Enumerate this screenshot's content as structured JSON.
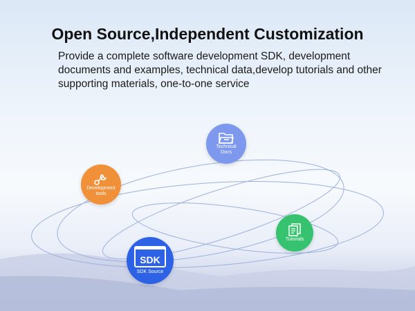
{
  "header": {
    "title": "Open Source,Independent Customization",
    "description": "Provide a complete software development SDK, development documents and examples, technical data,develop tutorials and other supporting materials, one-to-one service"
  },
  "nodes": {
    "docs": {
      "label_1": "Technical",
      "label_2": "Docs",
      "icon": "folder-icon",
      "color": "#7d98ec"
    },
    "dev": {
      "label_1": "Development",
      "label_2": "tools",
      "icon": "wrench-icon",
      "color": "#f0913a"
    },
    "tutorials": {
      "label": "Tutorials",
      "icon": "documents-icon",
      "color": "#36c26e"
    },
    "sdk": {
      "icon_text": "SDK",
      "label": "SDK Source",
      "icon": "sdk-window-icon",
      "color": "#2e62e6"
    }
  }
}
